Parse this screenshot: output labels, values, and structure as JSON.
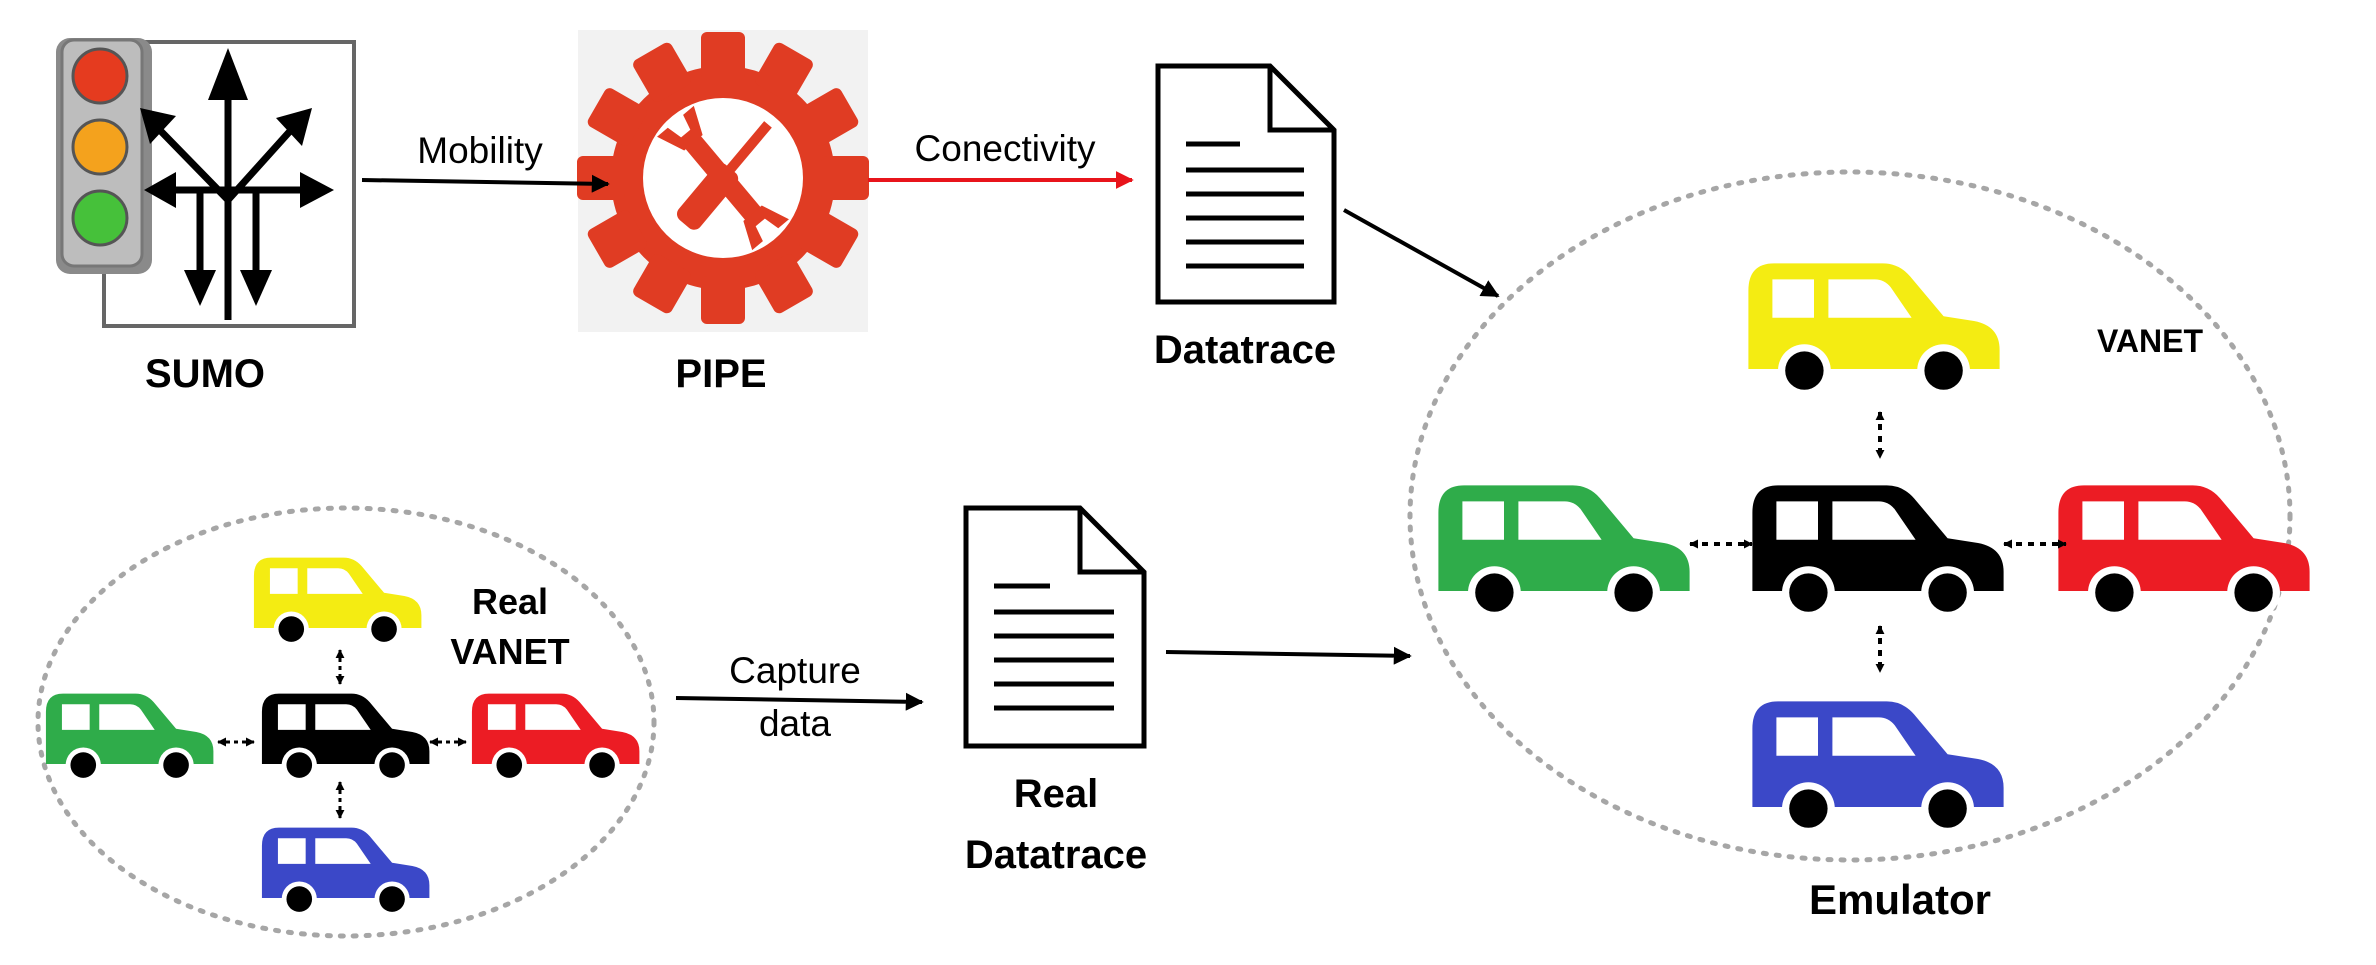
{
  "nodes": {
    "sumo": {
      "label": "SUMO",
      "icon": "traffic-light-icon"
    },
    "pipe": {
      "label": "PIPE",
      "icon": "gear-tools-icon"
    },
    "datatrace": {
      "label": "Datatrace",
      "icon": "document-icon"
    },
    "real_datatrace": {
      "label_line1": "Real",
      "label_line2": "Datatrace",
      "icon": "document-icon"
    },
    "real_vanet": {
      "label_line1": "Real",
      "label_line2": "VANET"
    },
    "vanet": {
      "label": "VANET"
    },
    "emulator": {
      "label": "Emulator"
    }
  },
  "edges": {
    "mobility": {
      "label": "Mobility"
    },
    "conectivity": {
      "label": "Conectivity",
      "color": "#e8141b"
    },
    "capture": {
      "label_line1": "Capture",
      "label_line2": "data"
    }
  },
  "colors": {
    "car_yellow": "#f4ec12",
    "car_green": "#2fac4a",
    "car_red": "#ec1c24",
    "car_blue": "#3b48c8",
    "car_black": "#000000",
    "gear": "#e03c23",
    "ellipse_border": "#a6a6a6"
  }
}
